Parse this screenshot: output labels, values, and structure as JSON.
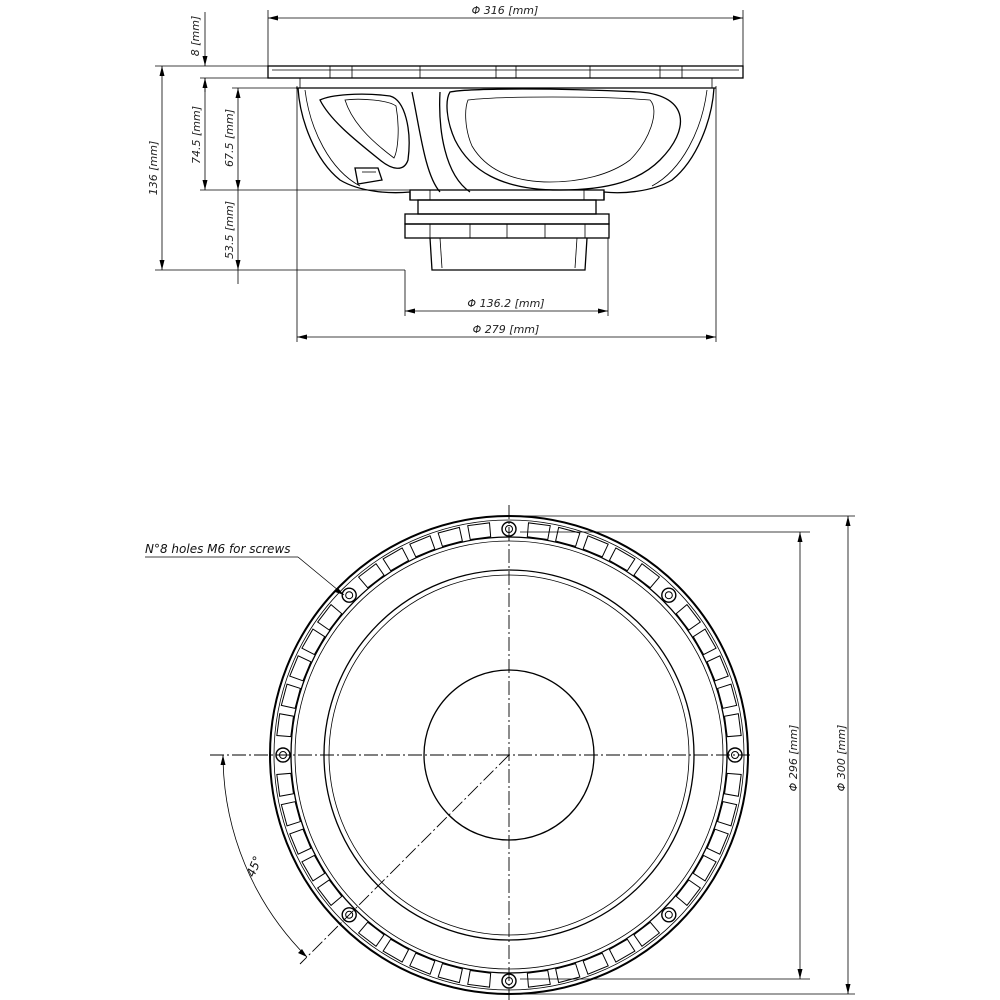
{
  "side_view": {
    "dim_outer_diameter": "Φ 316 [mm]",
    "dim_flange": "8 [mm]",
    "dim_basket_depth": "74.5 [mm]",
    "dim_cone_depth": "67.5 [mm]",
    "dim_total_depth": "136 [mm]",
    "dim_magnet_depth": "53.5 [mm]",
    "dim_magnet_diameter": "Φ 136.2 [mm]",
    "dim_cutout_diameter": "Φ 279 [mm]"
  },
  "front_view": {
    "holes_note": "N°8 holes M6 for screws",
    "angle_label": "45°",
    "dim_bolt_circle": "Φ 296 [mm]",
    "dim_front_diameter": "Φ 300 [mm]"
  }
}
